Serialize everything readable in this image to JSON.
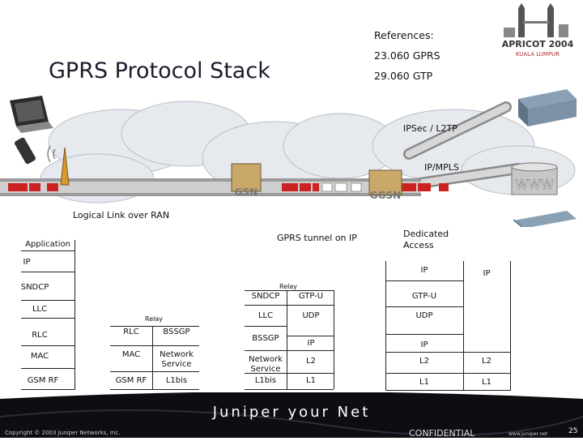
{
  "title": "GPRS Protocol Stack",
  "references": {
    "heading": "References:",
    "items": [
      "23.060 GPRS",
      "29.060 GTP"
    ]
  },
  "logo": {
    "line1": "APRICOT 2004",
    "line2": "KUALA LUMPUR"
  },
  "network": {
    "ipsec": "IPSec / L2TP",
    "ipmpls": "IP/MPLS",
    "www": "WWW",
    "sgsn": "GSN",
    "ggsn": "GGSN",
    "logical_link": "Logical Link over RAN",
    "gprs_tunnel": "GPRS tunnel on IP",
    "dedicated_access": "Dedicated\nAccess"
  },
  "stacks": {
    "ms": [
      "Application",
      "IP",
      "SNDCP",
      "LLC",
      "RLC",
      "MAC",
      "GSM RF"
    ],
    "bss": {
      "relay": "Relay",
      "left": [
        "RLC",
        "MAC",
        "GSM RF"
      ],
      "right": [
        "BSSGP",
        "Network\nService",
        "L1bis"
      ]
    },
    "sgsn": {
      "relay": "Relay",
      "left": [
        "SNDCP",
        "LLC",
        "BSSGP",
        "Network\nService",
        "L1bis"
      ],
      "right": [
        "GTP-U",
        "UDP",
        "IP",
        "L2",
        "L1"
      ]
    },
    "ggsn": [
      "IP",
      "GTP-U",
      "UDP",
      "IP",
      "L2",
      "L1"
    ],
    "host": [
      "IP",
      "L2",
      "L1"
    ]
  },
  "footer": {
    "copyright": "Copyright © 2003 Juniper Networks, Inc.",
    "brand": "Juniper your Net",
    "confidential": "CONFIDENTIAL",
    "site": "www.juniper.net",
    "page": "25"
  }
}
